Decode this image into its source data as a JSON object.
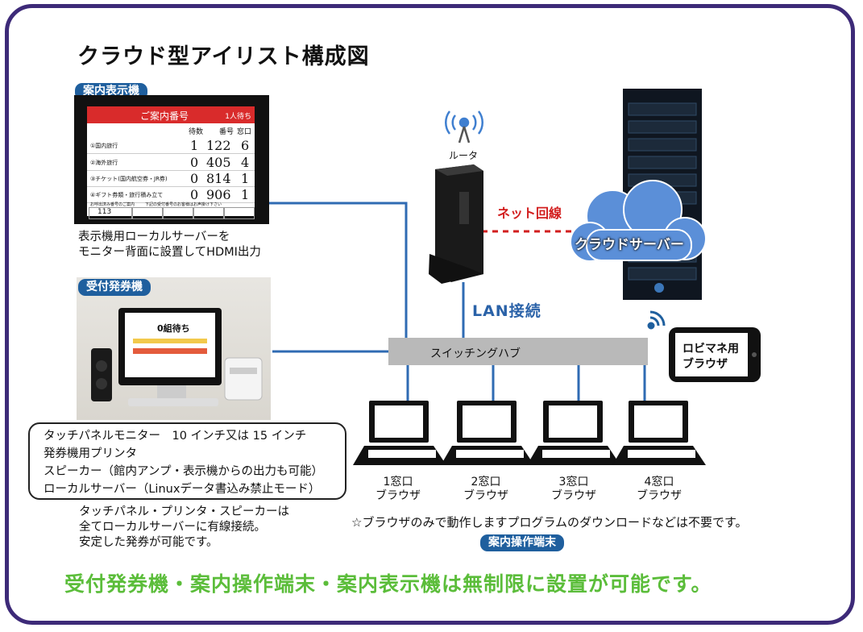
{
  "title": "クラウド型アイリスト構成図",
  "tags": {
    "display": "案内表示機",
    "ticket": "受付発券機",
    "operation": "案内操作端末"
  },
  "display_board": {
    "header": "ご案内番号",
    "header_right": "1人待ち",
    "col_wait": "待数",
    "col_num": "番号",
    "col_window": "窓口",
    "rows": [
      {
        "name": "①国内旅行",
        "wait": "1",
        "num": "122",
        "window": "6"
      },
      {
        "name": "②海外旅行",
        "wait": "0",
        "num": "405",
        "window": "4"
      },
      {
        "name": "③チケット(国内航空券・JR券)",
        "wait": "0",
        "num": "814",
        "window": "1"
      },
      {
        "name": "④ギフト券類・旅行積み立て",
        "wait": "0",
        "num": "906",
        "window": "1"
      }
    ],
    "footer_left": "お呼出済み番号のご案内",
    "footer_right": "下記の受付番号のお客様はお声掛け下さい",
    "footer_number": "113"
  },
  "kiosk_screen": {
    "text": "0組待ち"
  },
  "display_caption": [
    "表示機用ローカルサーバーを",
    "モニター背面に設置してHDMI出力"
  ],
  "ticket_specs": [
    "タッチパネルモニター　10 インチ又は 15 インチ",
    "発券機用プリンタ",
    "スピーカー（館内アンプ・表示機からの出力も可能）",
    "ローカルサーバー（Linuxデータ書込み禁止モード）"
  ],
  "ticket_caption": [
    "タッチパネル・プリンタ・スピーカーは",
    "全てローカルサーバーに有線接続。",
    "安定した発券が可能です。"
  ],
  "router_label": "ルータ",
  "net_label": "ネット回線",
  "lan_label": "LAN接続",
  "cloud_label": "クラウドサーバー",
  "hub_label": "スイッチングハブ",
  "tablet_label": [
    "ロビマネ用",
    "ブラウザ"
  ],
  "windows": [
    {
      "line1": "1窓口",
      "line2": "ブラウザ"
    },
    {
      "line1": "2窓口",
      "line2": "ブラウザ"
    },
    {
      "line1": "3窓口",
      "line2": "ブラウザ"
    },
    {
      "line1": "4窓口",
      "line2": "ブラウザ"
    }
  ],
  "note": "☆ブラウザのみで動作しますプログラムのダウンロードなどは不要です。",
  "bottom_text": "受付発券機・案内操作端末・案内表示機は無制限に設置が可能です。",
  "colors": {
    "frame": "#3d2a78",
    "tag": "#1f5f9e",
    "line": "#2f6bb3",
    "net": "#d21e1e",
    "bottom": "#5bbd3a",
    "cloud": "#5b8fd8"
  }
}
